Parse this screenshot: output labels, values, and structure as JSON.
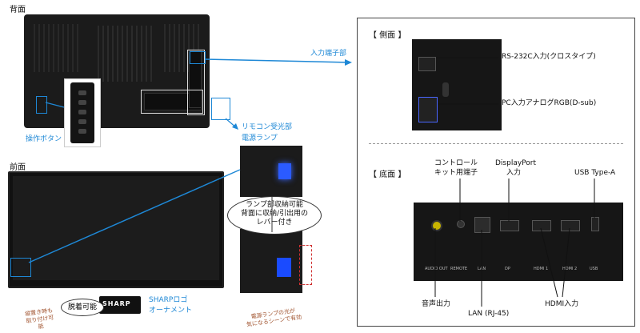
{
  "sections": {
    "back": "背面",
    "front": "前面",
    "side": "【 側面 】",
    "bottom": "【 底面 】"
  },
  "labels": {
    "input_terminal": "入力端子部",
    "operation_button": "操作ボタン",
    "remote_receiver": "リモコン受光部",
    "power_lamp": "電源ランプ",
    "sharp_logo_line1": "SHARPロゴ",
    "sharp_logo_line2": "オーナメント",
    "removable": "脱着可能",
    "sharp_badge": "SHARP",
    "note_vertical_1": "縦置き時も",
    "note_vertical_2": "取り付け可能",
    "note_lamp_1": "電源ランプの光が",
    "note_lamp_2": "気になるシーンで有効",
    "bubble_1": "ランプ部収納可能",
    "bubble_2": "背面に収納/引出用の",
    "bubble_3": "レバー付き"
  },
  "side_ports": {
    "rs232c": "RS-232C入力(クロスタイプ)",
    "pc_input": "PC入力アナログRGB(D-sub)"
  },
  "bottom_ports": {
    "control_kit_1": "コントロール",
    "control_kit_2": "キット用端子",
    "displayport_1": "DisplayPort",
    "displayport_2": "入力",
    "usb": "USB Type-A",
    "audio_out": "音声出力",
    "lan": "LAN (RJ-45)",
    "hdmi": "HDMI入力"
  },
  "panel_print": {
    "audio": "AUDIO OUT",
    "remote": "REMOTE",
    "lan": "LAN",
    "dp": "DP",
    "hdmi1": "HDMI 1",
    "hdmi2": "HDMI 2",
    "usb": "USB"
  },
  "colors": {
    "accent": "#1e88d6",
    "note": "#a0522d",
    "lamp": "#1a4bff"
  }
}
